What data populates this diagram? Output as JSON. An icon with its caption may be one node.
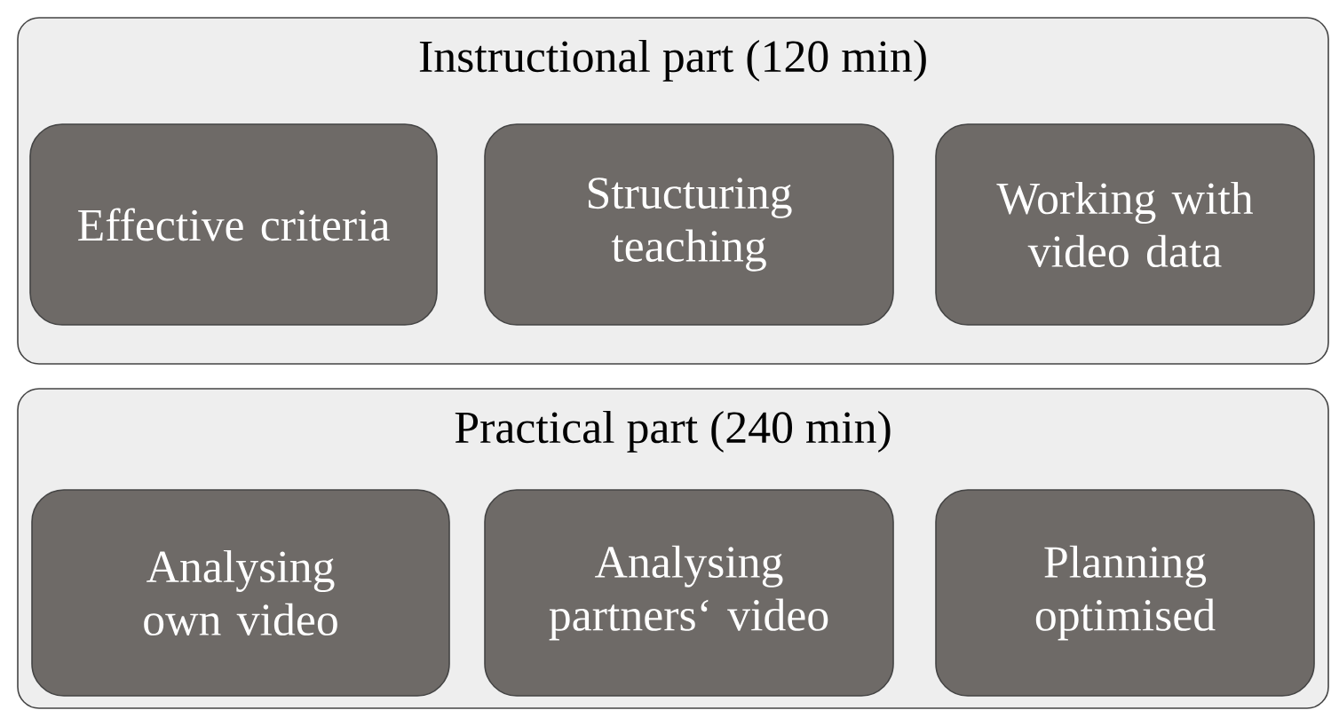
{
  "diagram": {
    "nodes": [
      {
        "text": [
          "Instructional part (120 min)"
        ]
      },
      {
        "text": [
          "Effective criteria"
        ],
        "in": 0
      },
      {
        "text": [
          "Structuring teaching"
        ],
        "in": 0
      },
      {
        "text": [
          "Working with video data"
        ],
        "in": 0
      },
      {
        "text": [
          "Practical part (240 min)"
        ]
      },
      {
        "text": [
          "Analysing own video"
        ],
        "in": 4
      },
      {
        "text": [
          "Analysing partners‘ video"
        ],
        "in": 4
      },
      {
        "text": [
          "Planning optimised"
        ],
        "in": 4
      }
    ]
  }
}
